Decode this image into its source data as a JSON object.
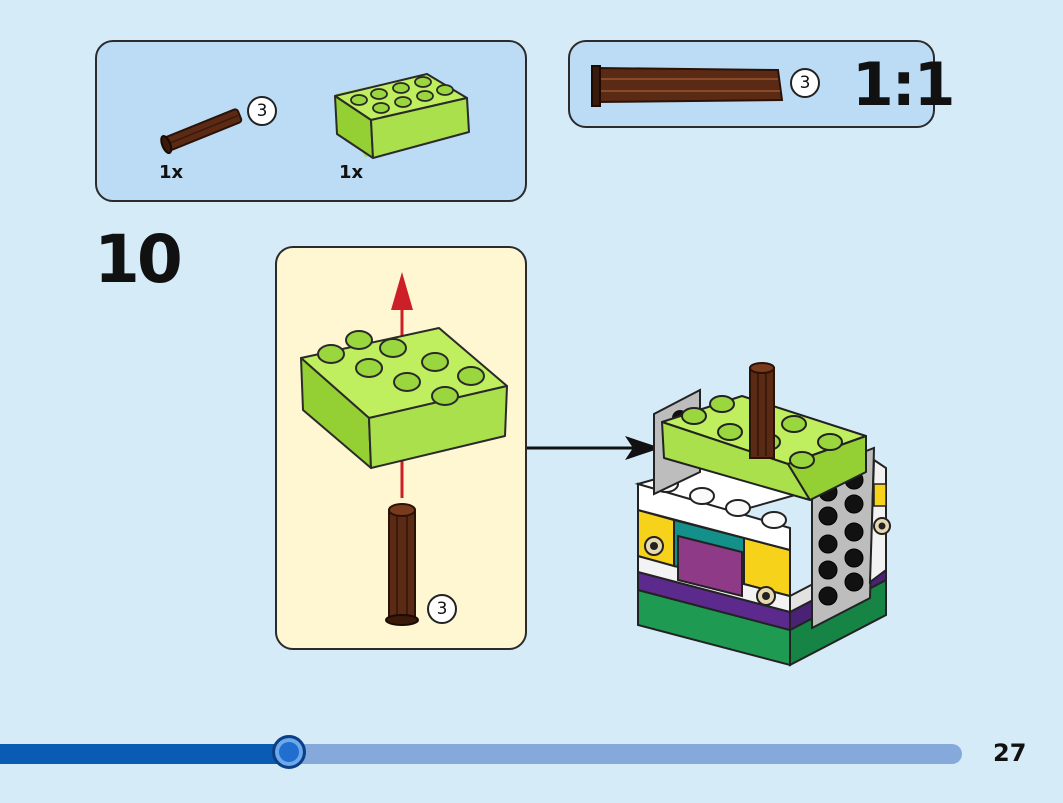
{
  "parts_list": {
    "items": [
      {
        "name": "axle",
        "quantity": "1x",
        "length_badge": "3",
        "color": "#5b2a14"
      },
      {
        "name": "brick-2x4",
        "quantity": "1x",
        "color": "#a9e04b"
      }
    ]
  },
  "scale_box": {
    "length_badge": "3",
    "scale_label": "1:1"
  },
  "step": {
    "number": "10"
  },
  "sub_step": {
    "length_badge": "3"
  },
  "progress": {
    "fraction": 0.3
  },
  "page": {
    "number": "27"
  },
  "colors": {
    "background": "#d6ebf8",
    "panel": "#bcdcf5",
    "sub_panel": "#fff6d2",
    "lime": "#a9e04b",
    "brown": "#5b2a14",
    "arrow_red": "#cc1f27",
    "progress_fill": "#0a5bb3",
    "progress_track": "#86a9dc"
  }
}
